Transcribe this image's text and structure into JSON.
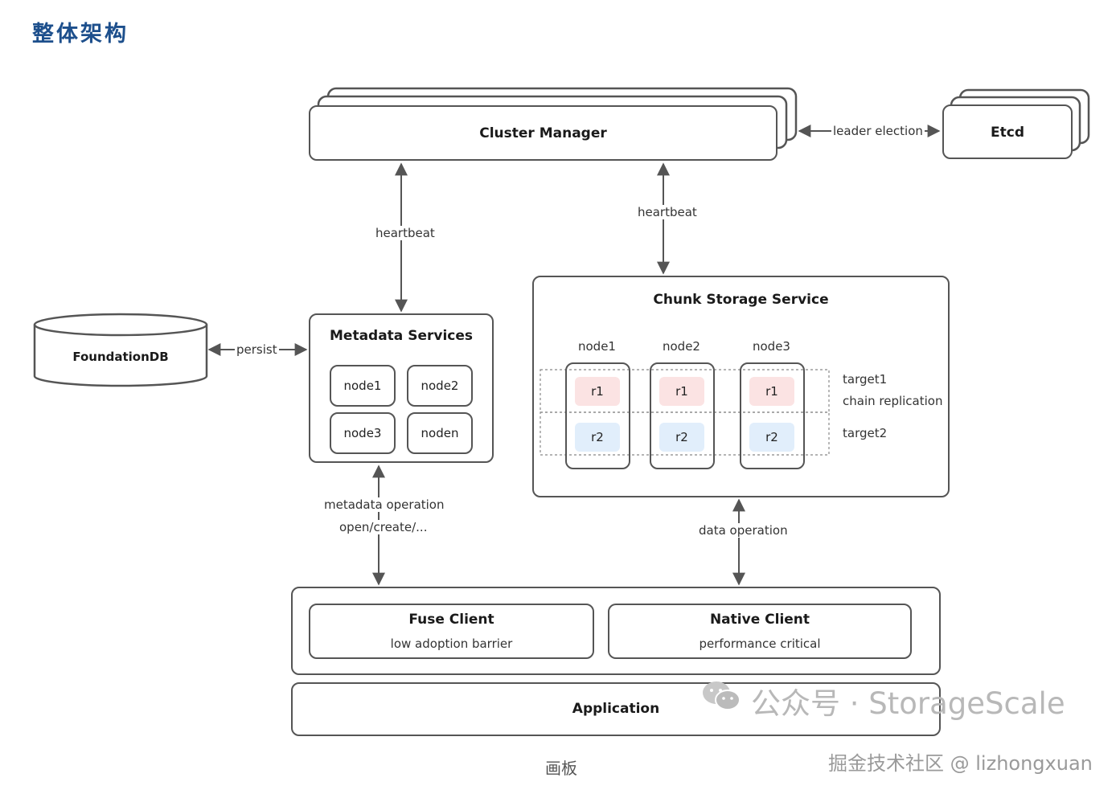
{
  "heading": "整体架构",
  "cluster_manager": {
    "title": "Cluster Manager"
  },
  "etcd": {
    "title": "Etcd"
  },
  "edges": {
    "leader_election": "leader election",
    "heartbeat_left": "heartbeat",
    "heartbeat_right": "heartbeat",
    "persist": "persist",
    "metadata_operation_line1": "metadata operation",
    "metadata_operation_line2": "open/create/...",
    "data_operation": "data operation"
  },
  "foundationdb": {
    "title": "FoundationDB"
  },
  "metadata_services": {
    "title": "Metadata Services",
    "nodes": [
      "node1",
      "node2",
      "node3",
      "noden"
    ]
  },
  "chunk_storage": {
    "title": "Chunk Storage Service",
    "nodes": [
      "node1",
      "node2",
      "node3"
    ],
    "replica_r1": "r1",
    "replica_r2": "r2",
    "target1": "target1",
    "chain_replication": "chain replication",
    "target2": "target2",
    "colors": {
      "r1_fill": "#fbe3e3",
      "r2_fill": "#e1eefb"
    }
  },
  "clients": {
    "fuse": {
      "title": "Fuse Client",
      "subtitle": "low adoption barrier"
    },
    "native": {
      "title": "Native Client",
      "subtitle": "performance critical"
    }
  },
  "application": {
    "title": "Application"
  },
  "watermarks": {
    "wechat": "公众号 · StorageScale",
    "canvas": "画板",
    "juejin": "掘金技术社区 @ lizhongxuan"
  },
  "colors": {
    "heading": "#1d4f8c",
    "stroke": "#555555"
  }
}
